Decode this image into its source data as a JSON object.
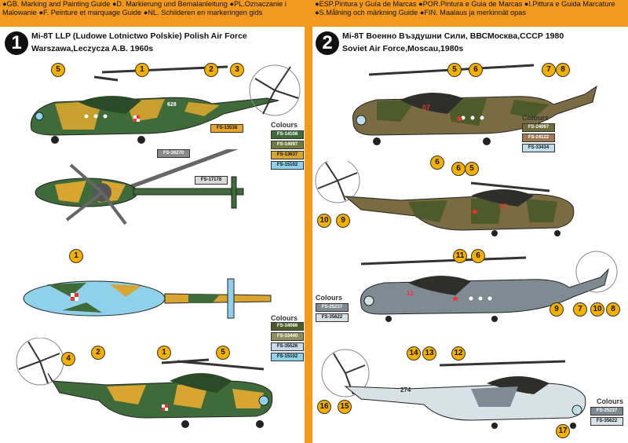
{
  "header_left": {
    "lines": [
      "●GB. Marking and Painting Guide ●D. Markierung und Bemalanleitung ●PL.Oznaczanie i",
      "Malowanie ●F. Peinture et marquage Guide ●NL. Schilderen en markeringen gids"
    ]
  },
  "header_right": {
    "lines": [
      "●ESP.Pintura y Guía de Marcas ●POR.Pintura e Guia de Marcas ●I.Pittura e Guida Marcature",
      "●S.Målning och märkning Guide ●FIN. Maalaus ja merkinnät opas"
    ]
  },
  "scheme1": {
    "number": "1",
    "title1": "Mi-8T LLP (Ludowe Lotnictwo Polskie) Polish Air Force",
    "title2": "Warszawa,Leczycza A.B. 1960s",
    "serial": "628",
    "callouts_top": [
      "5",
      "1",
      "2",
      "3"
    ],
    "callouts_mid": [
      "1"
    ],
    "callouts_bot": [
      "4",
      "2",
      "1",
      "5"
    ],
    "colours_label": "Colours",
    "colours_top": [
      {
        "code": "FS-14108",
        "color": "#3f6b3a"
      },
      {
        "code": "FS-14097",
        "color": "#6f7a3f"
      },
      {
        "code": "FS-13637",
        "color": "#d8a530"
      },
      {
        "code": "FS-15102",
        "color": "#8fd0ea"
      }
    ],
    "colours_mid": [
      {
        "code": "FS-34086",
        "color": "#4d5a2c"
      },
      {
        "code": "FS-33440",
        "color": "#8f8e5c"
      },
      {
        "code": "FS-35526",
        "color": "#c7d9ea"
      },
      {
        "code": "FS-15102",
        "color": "#8fd0ea"
      }
    ],
    "plan_labels": [
      {
        "code": "FS-13538",
        "color": "#e8a52c"
      },
      {
        "code": "FS-36270",
        "color": "#8a8a8a"
      },
      {
        "code": "FS-17178",
        "color": "#d9d9d9"
      }
    ]
  },
  "scheme2": {
    "number": "2",
    "title1": "Mi-8T Военно Въздушни Сили, ВВСМосква,СССР 1980",
    "title2": "Soviet Air Force,Moscau,1980s",
    "serial1": "07",
    "serial2": "12",
    "serial3": "274",
    "callouts_a": [
      "5",
      "6",
      "7",
      "8"
    ],
    "callouts_a_below": [
      "6"
    ],
    "callouts_b": [
      "6",
      "5",
      "10",
      "9"
    ],
    "callouts_c": [
      "11",
      "6",
      "9",
      "7",
      "10",
      "8"
    ],
    "callouts_d": [
      "14",
      "13",
      "12",
      "16",
      "15",
      "17"
    ],
    "colours_label": "Colours",
    "colours_a": [
      {
        "code": "FS-24097",
        "color": "#6e6d3a"
      },
      {
        "code": "FS-24122",
        "color": "#9c7a55"
      },
      {
        "code": "FS-33434",
        "color": "#bfe0ea"
      }
    ],
    "colours_c": [
      {
        "code": "FS-25237",
        "color": "#7f8b92"
      },
      {
        "code": "FS-35622",
        "color": "#d8e2e6"
      }
    ],
    "colours_d": [
      {
        "code": "FS-25237",
        "color": "#7f8b92"
      },
      {
        "code": "FS-35622",
        "color": "#d8e2e6"
      }
    ]
  }
}
